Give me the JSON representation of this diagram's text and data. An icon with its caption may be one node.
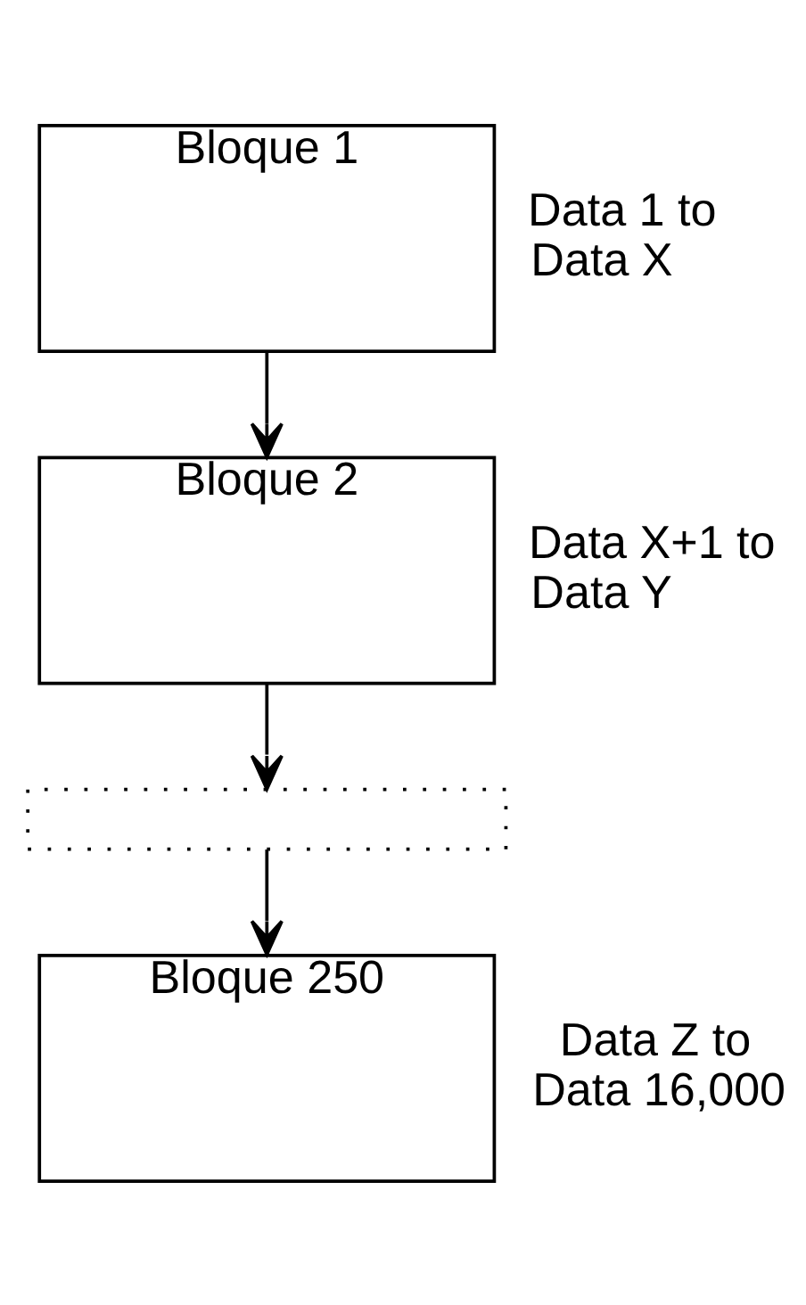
{
  "diagram": {
    "nodes": [
      {
        "text": [
          "Bloque 1"
        ],
        "beside": [
          "Data 1 to Data X"
        ]
      },
      {
        "text": [
          "Bloque 2"
        ],
        "beside": [
          "Data X+1 to Data Y"
        ]
      },
      {
        "text": [],
        "shape": "bar"
      },
      {
        "text": [
          "Bloque 250"
        ],
        "beside": [
          "Data Z to Data 16,000"
        ]
      }
    ],
    "edges": [
      {
        "from": 0,
        "to": 1,
        "arrow": "to"
      },
      {
        "from": 1,
        "to": 2,
        "arrow": "to"
      },
      {
        "from": 2,
        "to": 3,
        "arrow": "to"
      }
    ]
  }
}
